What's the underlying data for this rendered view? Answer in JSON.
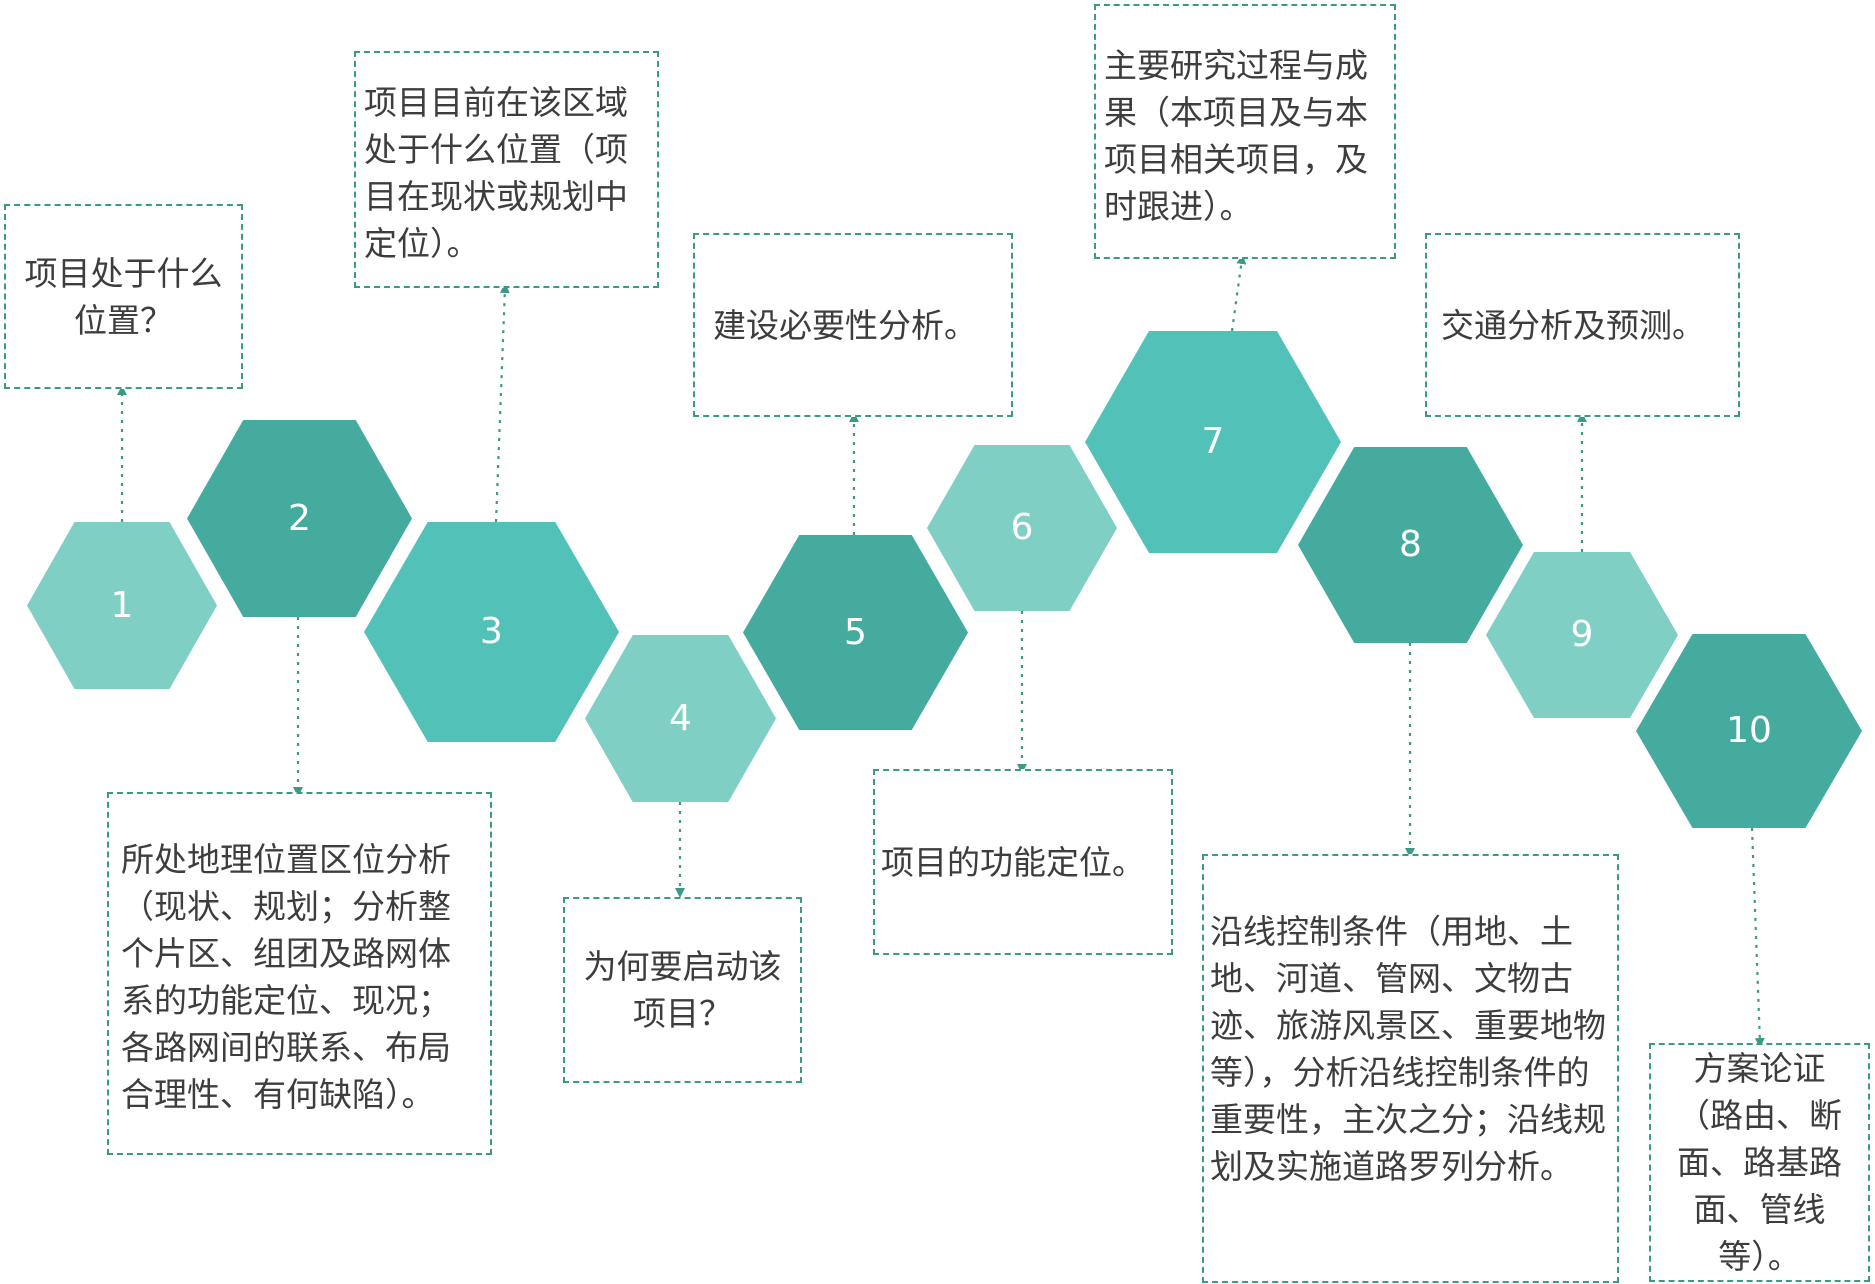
{
  "steps": [
    {
      "label": "1",
      "note": "项目处于什么位置？"
    },
    {
      "label": "2",
      "note": "所处地理位置区位分析（现状、规划；分析整个片区、组团及路网体系的功能定位、现况；各路网间的联系、布局合理性、有何缺陷）。"
    },
    {
      "label": "3",
      "note": "项目目前在该区域处于什么位置（项目在现状或规划中定位）。"
    },
    {
      "label": "4",
      "note": "为何要启动该项目？"
    },
    {
      "label": "5",
      "note": "建设必要性分析。"
    },
    {
      "label": "6",
      "note": "项目的功能定位。"
    },
    {
      "label": "7",
      "note": "主要研究过程与成果（本项目及与本项目相关项目，及时跟进）。"
    },
    {
      "label": "8",
      "note": "沿线控制条件（用地、土地、河道、管网、文物古迹、旅游风景区、重要地物等），分析沿线控制条件的重要性，主次之分；沿线规划及实施道路罗列分析。"
    },
    {
      "label": "9",
      "note": "交通分析及预测。"
    },
    {
      "label": "10",
      "note": "方案论证（路由、断面、路基路面、管线等）。"
    }
  ],
  "colors": {
    "hex_light": "#80cfc4",
    "hex_dark": "#45ab9f",
    "hex_mid": "#52c2b9",
    "connector": "#3a9a86",
    "note_text": "#3d3d3d"
  }
}
